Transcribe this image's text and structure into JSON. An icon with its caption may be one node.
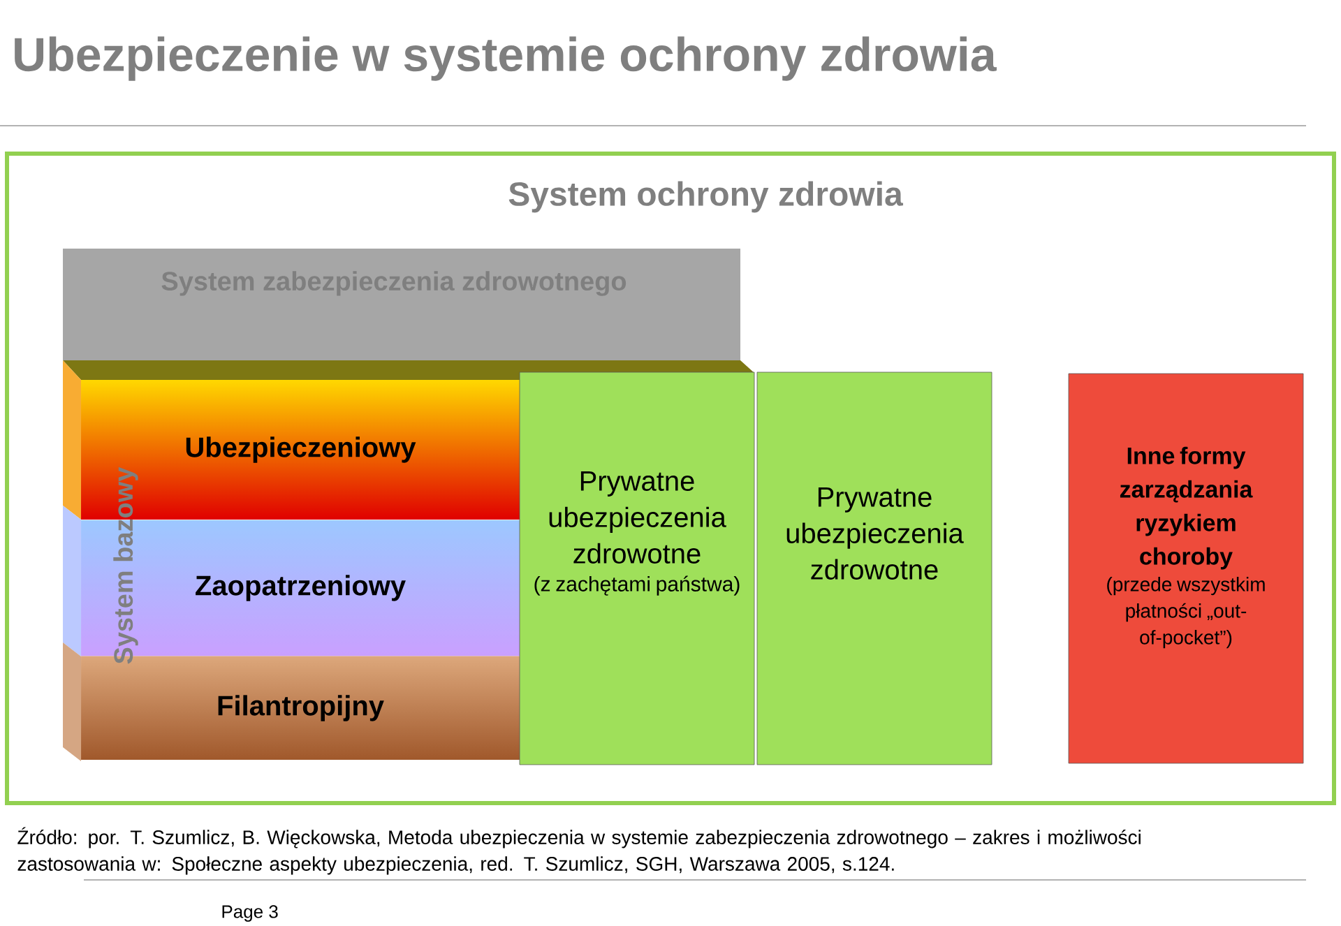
{
  "diagram": {
    "title": "Ubezpieczenie w systemie ochrony zdrowia",
    "caption": "Źródło: por. T. Szumlicz, B. Więckowska, Metoda ubezpieczenia w systemie zabezpieczenia zdrowotnego – zakres i możliwości zastosowania w: Społeczne aspekty ubezpieczenia, red. T. Szumlicz, SGH, Warszawa 2005,  s.124.",
    "nodes": [
      {
        "text": [
          "System ochrony zdrowia"
        ]
      },
      {
        "text": [
          "System zabezpieczenia zdrowotnego"
        ],
        "in": 0
      },
      {
        "text": [
          "System bazowy"
        ],
        "in": 0
      },
      {
        "text": [
          "Ubezpieczeniowy"
        ],
        "in": 0
      },
      {
        "text": [
          "Zaopatrzeniowy"
        ],
        "in": 0
      },
      {
        "text": [
          "Filantropijny"
        ],
        "in": 0
      },
      {
        "text": [
          "Prywatne ubezpieczenia zdrowotne",
          "(z zachętami państwa)"
        ],
        "in": 0
      },
      {
        "text": [
          "Prywatne ubezpieczenia zdrowotne"
        ],
        "in": 0
      },
      {
        "text": [
          "Inne formy zarządzania ryzykiem choroby",
          "(przede wszystkim płatności „out-of-pocket”)"
        ],
        "in": 0
      }
    ],
    "labels": [
      "Page 3"
    ]
  }
}
